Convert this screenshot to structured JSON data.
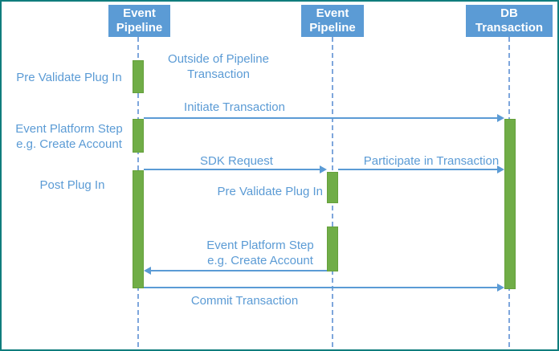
{
  "diagram": {
    "type": "sequence-diagram",
    "colors": {
      "actor_fill": "#5B9BD5",
      "actor_text": "#FFFFFF",
      "activation_fill": "#70AD47",
      "arrow": "#5B9BD5",
      "label_text": "#5B9BD5",
      "lifeline": "#7EA6DC",
      "frame_border": "#0F7D7D",
      "background": "#FFFFFF"
    },
    "actors": [
      {
        "id": "event-pipeline-1",
        "line1": "Event",
        "line2": "Pipeline"
      },
      {
        "id": "event-pipeline-2",
        "line1": "Event",
        "line2": "Pipeline"
      },
      {
        "id": "db-transaction",
        "line1": "DB",
        "line2": "Transaction"
      }
    ],
    "annotations": {
      "pre_validate_left": "Pre Validate Plug In",
      "outside_line1": "Outside of Pipeline",
      "outside_line2": "Transaction",
      "platform_step_left_line1": "Event Platform Step",
      "platform_step_left_line2": "e.g. Create Account",
      "post_plug_in": "Post Plug In",
      "pre_validate_mid": "Pre Validate Plug In",
      "platform_step_mid_line1": "Event Platform Step",
      "platform_step_mid_line2": "e.g. Create Account"
    },
    "messages": {
      "initiate": "Initiate Transaction",
      "sdk_request": "SDK Request",
      "participate": "Participate in Transaction",
      "commit": "Commit Transaction"
    }
  }
}
